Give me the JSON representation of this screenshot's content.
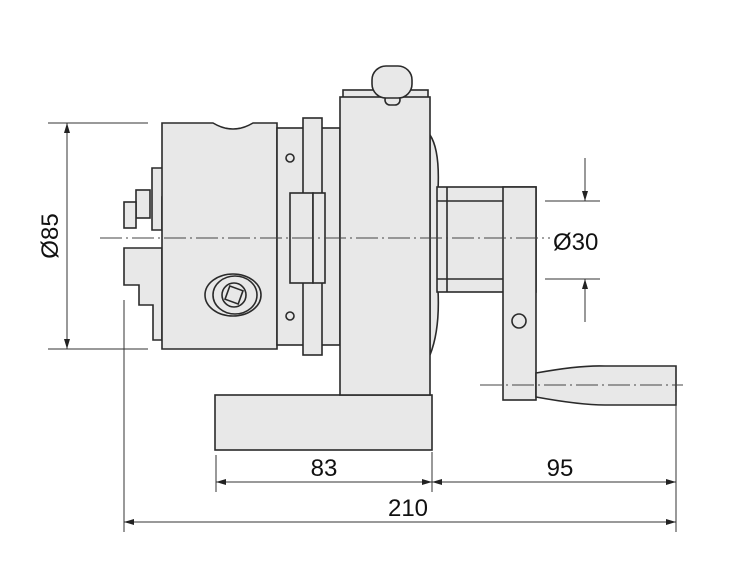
{
  "drawing": {
    "dimensions": {
      "chuck_diameter": "Ø85",
      "shaft_diameter": "Ø30",
      "base_length": "83",
      "crank_length": "95",
      "overall_length": "210"
    },
    "colors": {
      "fill": "#e8e8e8",
      "stroke": "#2a2a2a"
    }
  }
}
